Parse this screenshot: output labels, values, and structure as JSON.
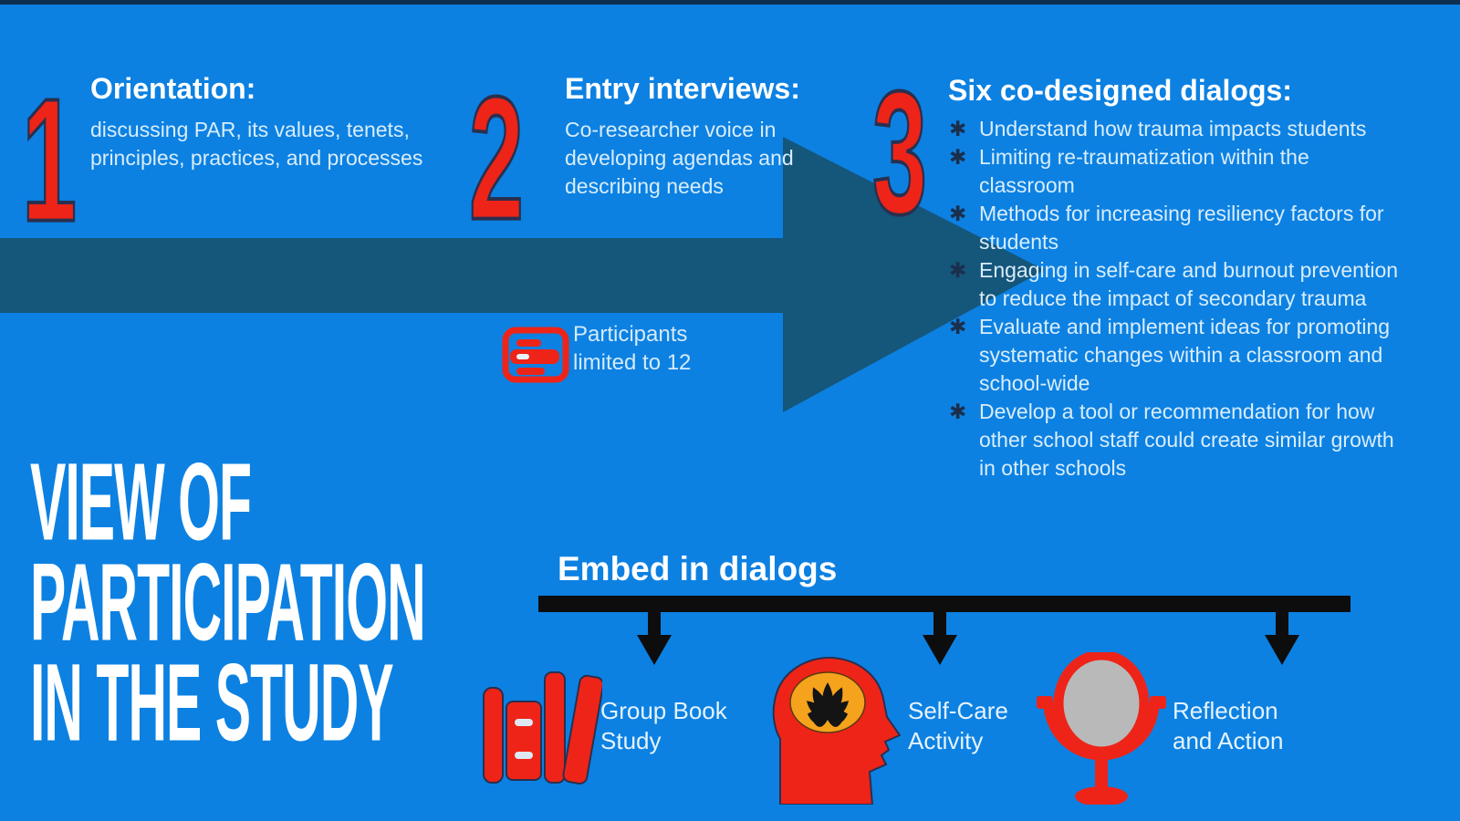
{
  "glyphs": {
    "bullet": "✱"
  },
  "colors": {
    "background_blue": "#0c81e2",
    "top_border_navy": "#0d2f52",
    "accent_red": "#ee2418",
    "flow_arrow_teal": "#15567b",
    "timeline_black": "#0d0d0d",
    "body_text_light_blue": "#d9edfb",
    "heading_white": "#ffffff",
    "bullet_navy": "#1b2f4d",
    "mirror_glass_gray": "#b9b9b9",
    "lotus_circle_orange": "#f5a21d"
  },
  "steps": [
    {
      "number": "1",
      "title": "Orientation:",
      "body": "discussing PAR, its values, tenets, principles, practices, and processes"
    },
    {
      "number": "2",
      "title": "Entry interviews:",
      "body": "Co-researcher voice in developing agendas and describing needs"
    },
    {
      "number": "3",
      "title": "Six co-designed dialogs:",
      "bullets": [
        "Understand how trauma impacts students",
        "Limiting re-traumatization within the classroom",
        "Methods for increasing resiliency factors for students",
        "Engaging in self-care and burnout prevention to reduce the impact of secondary trauma",
        "Evaluate and implement ideas for promoting systematic changes within a classroom and school-wide",
        "Develop a tool or recommendation for how other school staff could create similar growth in other schools"
      ]
    }
  ],
  "participants_note": "Participants limited to 12",
  "main_title": {
    "lines": [
      "VIEW OF",
      "PARTICIPATION",
      "IN THE STUDY"
    ]
  },
  "timeline": {
    "heading": "Embed in dialogs",
    "items": [
      {
        "label": "Group Book Study",
        "icon": "books-icon"
      },
      {
        "label": "Self-Care Activity",
        "icon": "head-lotus-icon"
      },
      {
        "label": "Reflection and Action",
        "icon": "vanity-mirror-icon"
      }
    ]
  }
}
